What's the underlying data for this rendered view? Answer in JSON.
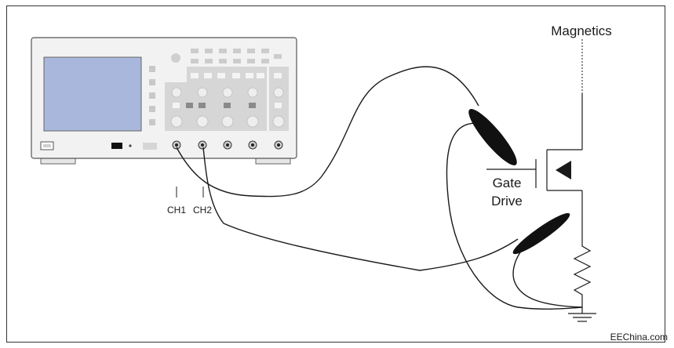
{
  "labels": {
    "magnetics": "Magnetics",
    "gate": "Gate",
    "drive": "Drive",
    "ch1": "CH1",
    "ch2": "CH2",
    "watermark": "EEChina.com"
  },
  "colors": {
    "screen": "#a9b7dc",
    "panel": "#f2f2f2",
    "panel_dark": "#d6d6d6",
    "key": "#c4c4c4",
    "key_dark": "#8a8a8a",
    "stroke": "#1a1a1a"
  },
  "icons": [
    "oscilloscope",
    "bnc-connector",
    "current-probe-clamp",
    "mosfet",
    "resistor",
    "ground"
  ]
}
